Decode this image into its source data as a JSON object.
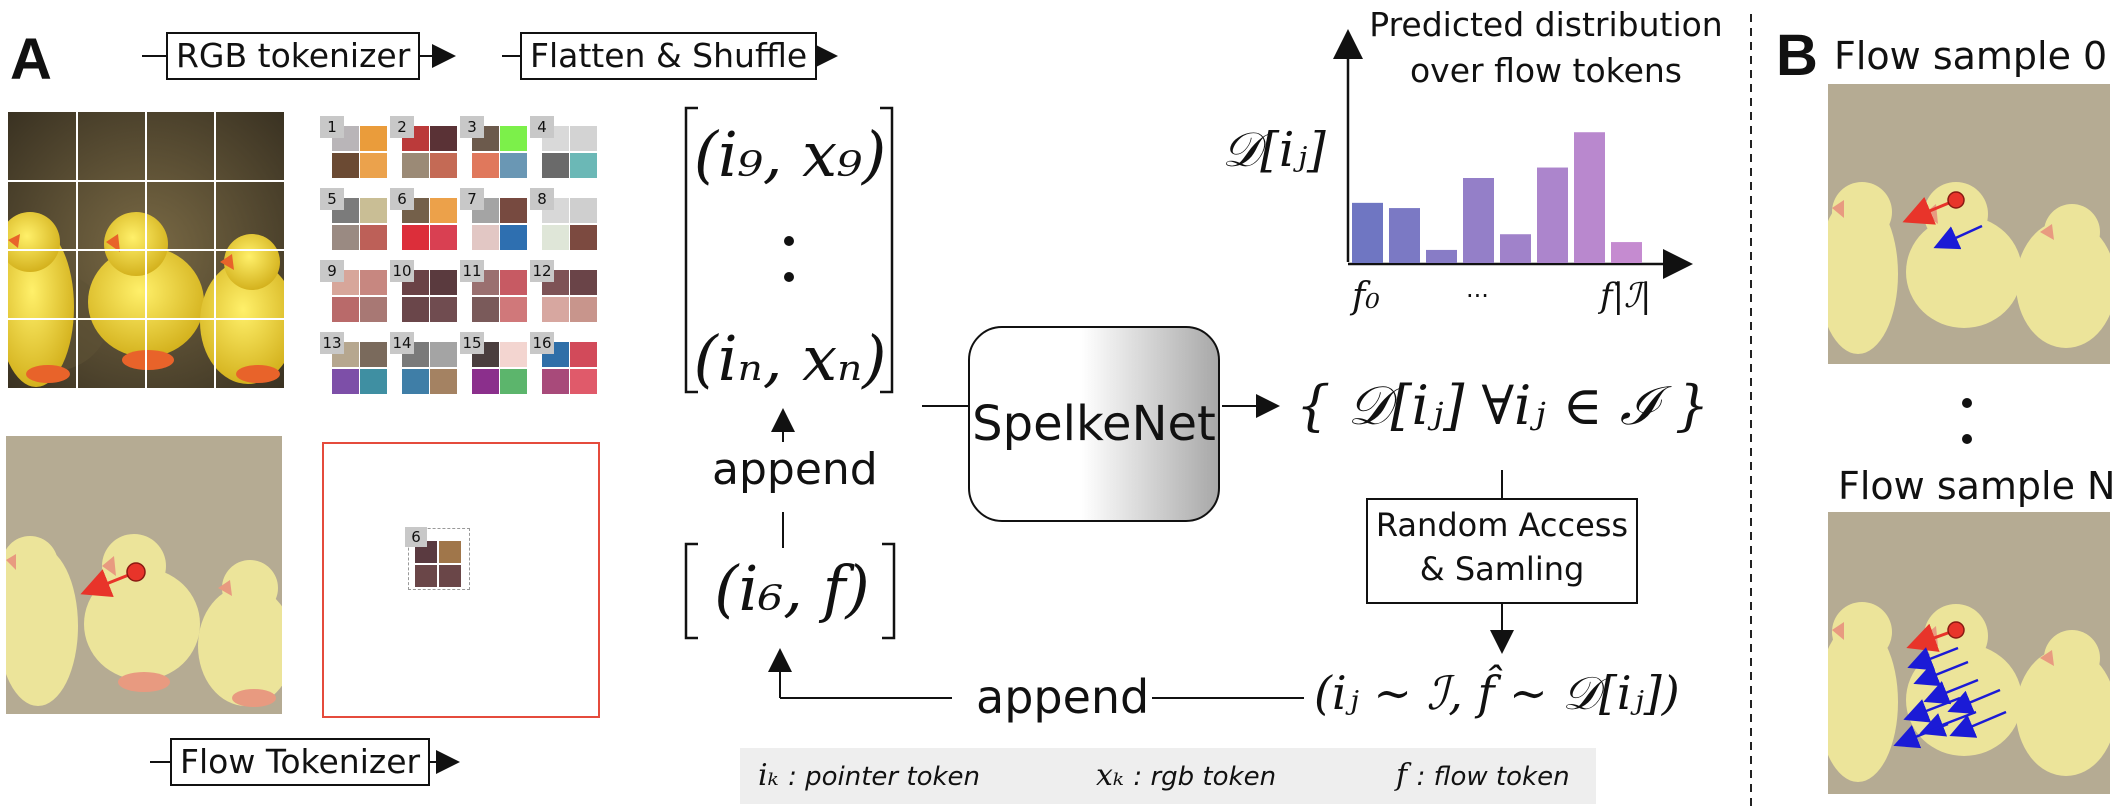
{
  "panel_a": {
    "letter": "A",
    "rgb_tokenizer": "RGB tokenizer",
    "flatten_shuffle": "Flatten & Shuffle",
    "flow_tokenizer": "Flow Tokenizer",
    "tile_numbers": [
      "1",
      "2",
      "3",
      "4",
      "5",
      "6",
      "7",
      "8",
      "9",
      "10",
      "11",
      "12",
      "13",
      "14",
      "15",
      "16"
    ],
    "selected_tile_number": "6",
    "sequence": {
      "first": "(i₉, x₉)",
      "last": "(iₙ, xₙ)",
      "flow": "(i₆, f)"
    },
    "append_top": "append",
    "append_bottom": "append",
    "model_label": "SpelkeNet",
    "output_set": "{ 𝒟[iⱼ]   ∀iⱼ ∈ ℐ }",
    "random_access": [
      "Random Access",
      "& Samling"
    ],
    "sample": "(iⱼ ∼ ℐ, f̂ ∼ 𝒟[iⱼ])",
    "chart_title": [
      "Predicted distribution",
      "over flow tokens"
    ],
    "chart_ylabel": "𝒟[iⱼ]",
    "chart_xticks": [
      "f₀",
      "···",
      "f|ℐ|"
    ],
    "legend": [
      {
        "symbol": "iₖ",
        "text": ": pointer token"
      },
      {
        "symbol": "xₖ",
        "text": ": rgb token"
      },
      {
        "symbol": "f",
        "text": ": flow token"
      }
    ]
  },
  "panel_b": {
    "letter": "B",
    "title_first": "Flow sample 0",
    "title_last": "Flow sample N"
  },
  "colors": {
    "bar_start": "#6f76c2",
    "bar_end": "#c58bd0",
    "flow_red": "#e8342a",
    "flow_blue": "#1b1bd6",
    "frame_red": "#e54b3c"
  },
  "chart_data": {
    "type": "bar",
    "title": "Predicted distribution over flow tokens",
    "ylabel": "𝒟[iⱼ]",
    "xticks": [
      "f₀",
      "···",
      "f|ℐ|"
    ],
    "values": [
      0.46,
      0.42,
      0.1,
      0.65,
      0.22,
      0.73,
      1.0,
      0.16
    ],
    "ylim": [
      0,
      1.3
    ]
  }
}
